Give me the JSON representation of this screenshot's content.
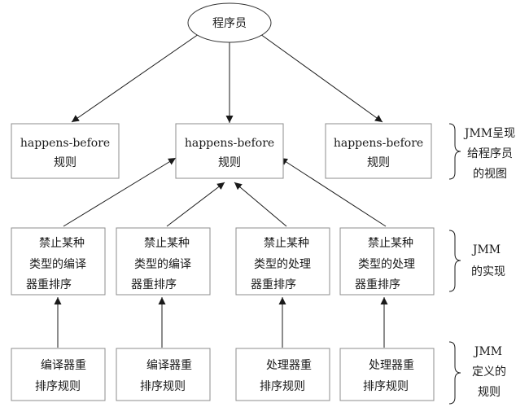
{
  "root": {
    "label": "程序员"
  },
  "view_layer": {
    "nodes": [
      {
        "lines": [
          "happens-before",
          "规则"
        ]
      },
      {
        "lines": [
          "happens-before",
          "规则"
        ]
      },
      {
        "lines": [
          "happens-before",
          "规则"
        ]
      }
    ],
    "side_label": [
      "JMM呈现",
      "给程序员",
      "的视图"
    ]
  },
  "impl_layer": {
    "nodes": [
      {
        "lines": [
          "禁止某种",
          "类型的编译",
          "器重排序"
        ]
      },
      {
        "lines": [
          "禁止某种",
          "类型的编译",
          "器重排序"
        ]
      },
      {
        "lines": [
          "禁止某种",
          "类型的处理",
          "器重排序"
        ]
      },
      {
        "lines": [
          "禁止某种",
          "类型的处理",
          "器重排序"
        ]
      }
    ],
    "side_label": [
      "JMM",
      "的实现"
    ]
  },
  "rule_layer": {
    "nodes": [
      {
        "lines": [
          "编译器重",
          "排序规则"
        ]
      },
      {
        "lines": [
          "编译器重",
          "排序规则"
        ]
      },
      {
        "lines": [
          "处理器重",
          "排序规则"
        ]
      },
      {
        "lines": [
          "处理器重",
          "排序规则"
        ]
      }
    ],
    "side_label": [
      "JMM",
      "定义的",
      "规则"
    ]
  }
}
